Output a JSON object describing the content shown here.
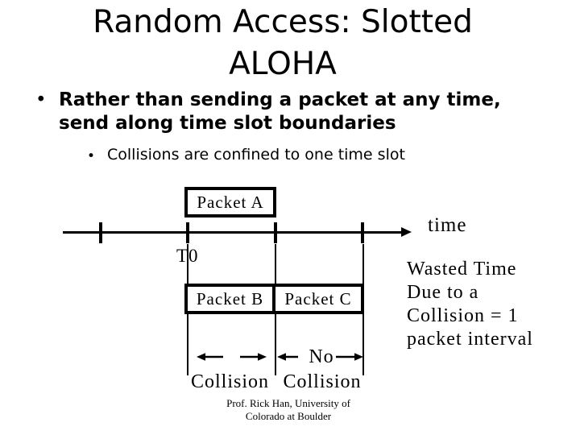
{
  "slide": {
    "colors": {
      "background": "#ffffff",
      "ink": "#000000"
    },
    "title": {
      "lines": [
        "Random Access: Slotted",
        "ALOHA"
      ]
    },
    "bullet_main": {
      "marker": "•",
      "lines": [
        "Rather than sending a packet at any time,",
        "send along time slot boundaries"
      ]
    },
    "bullet_sub": {
      "marker": "•",
      "text": "Collisions are confined to one time slot"
    },
    "diagram": {
      "packet_a_label": "Packet A",
      "packet_b_label": "Packet B",
      "packet_c_label": "Packet C",
      "time_axis_label": "time",
      "t0_label": "T0",
      "wasted_time_lines": [
        "Wasted Time",
        "Due to a",
        "Collision = 1",
        "packet interval"
      ],
      "slot1_caption": "Collision",
      "slot2_caption_line1": "No",
      "slot2_caption_line2": "Collision",
      "icons": {
        "timeline_arrow": "right-arrowhead",
        "slot_arrows": "outward-span-arrows"
      }
    },
    "footer": {
      "lines": [
        "Prof. Rick Han, University of",
        "Colorado at Boulder"
      ]
    }
  }
}
